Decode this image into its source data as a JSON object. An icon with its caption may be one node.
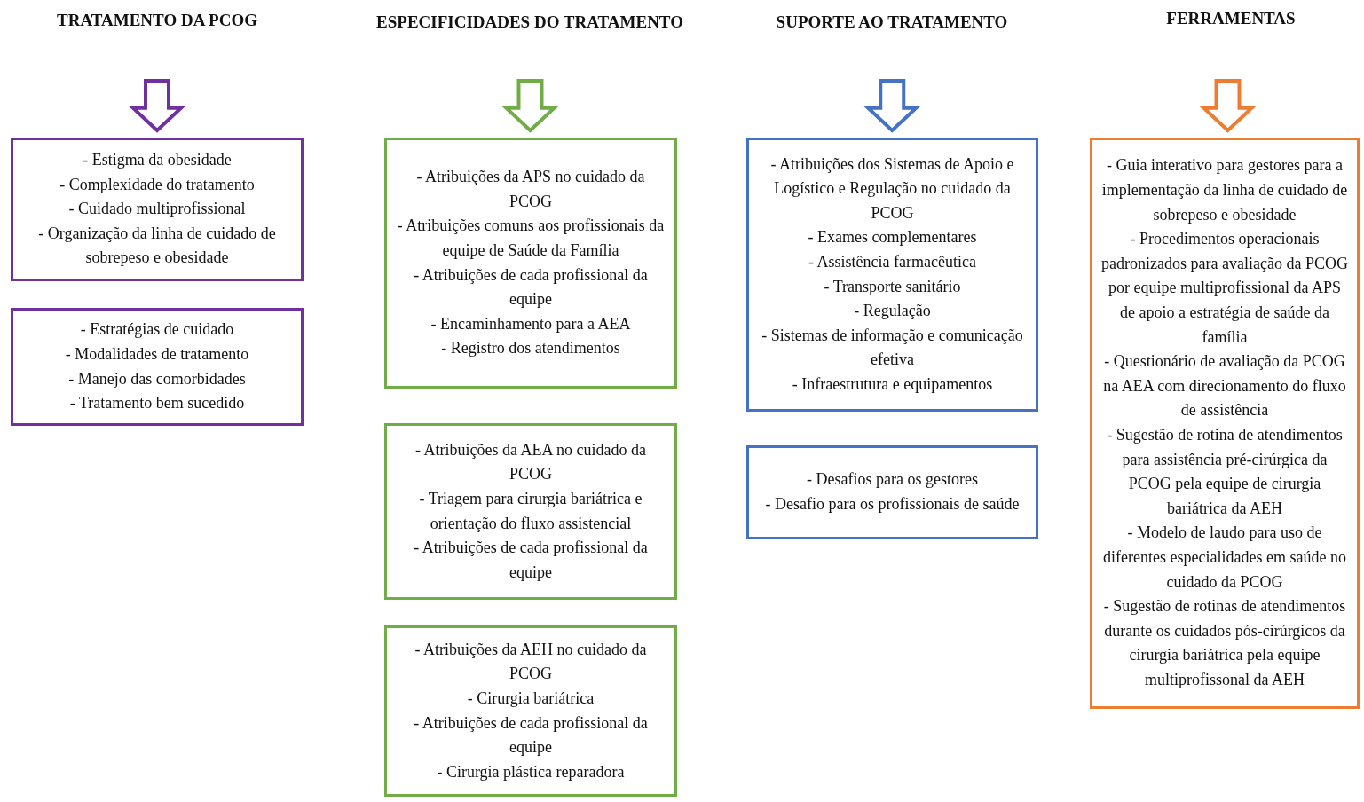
{
  "diagram": {
    "nodes": [
      {
        "text": [
          "TRATAMENTO DA PCOG"
        ]
      },
      {
        "text": [
          "- Estigma da obesidade",
          "- Complexidade do tratamento",
          "- Cuidado multiprofissional",
          "- Organização da linha de cuidado de sobrepeso e obesidade"
        ]
      },
      {
        "text": [
          "- Estratégias de cuidado",
          "- Modalidades de tratamento",
          "- Manejo das comorbidades",
          "- Tratamento bem sucedido"
        ]
      },
      {
        "text": [
          "ESPECIFICIDADES DO TRATAMENTO"
        ]
      },
      {
        "text": [
          "- Atribuições da APS no cuidado da PCOG",
          "- Atribuições comuns aos profissionais da equipe de Saúde da Família",
          "- Atribuições de cada profissional da equipe",
          "- Encaminhamento para a AEA",
          "- Registro dos atendimentos"
        ]
      },
      {
        "text": [
          "- Atribuições da AEA no cuidado da PCOG",
          "- Triagem para cirurgia bariátrica e orientação do fluxo assistencial",
          "- Atribuições de cada profissional da equipe"
        ]
      },
      {
        "text": [
          "- Atribuições da AEH no cuidado da PCOG",
          "- Cirurgia bariátrica",
          "- Atribuições de cada profissional da equipe",
          "- Cirurgia plástica reparadora"
        ]
      },
      {
        "text": [
          "SUPORTE AO TRATAMENTO"
        ]
      },
      {
        "text": [
          "- Atribuições dos Sistemas de Apoio e Logístico e Regulação no cuidado da PCOG",
          "- Exames complementares",
          "- Assistência farmacêutica",
          "- Transporte sanitário",
          "- Regulação",
          "- Sistemas de informação e comunicação efetiva",
          "- Infraestrutura e equipamentos"
        ]
      },
      {
        "text": [
          "- Desafios para os gestores",
          "- Desafio para os profissionais de saúde"
        ]
      },
      {
        "text": [
          "FERRAMENTAS"
        ]
      },
      {
        "text": [
          "- Guia interativo para gestores para a implementação da linha de cuidado de sobrepeso e obesidade",
          "- Procedimentos operacionais padronizados para avaliação da PCOG por equipe multiprofissional da APS de apoio a estratégia de saúde da família",
          "- Questionário de avaliação da PCOG na AEA com direcionamento do fluxo de assistência",
          "- Sugestão de rotina de atendimentos para assistência pré-cirúrgica da PCOG pela equipe de cirurgia bariátrica da AEH",
          "- Modelo de laudo para uso de diferentes especialidades em saúde no cuidado da PCOG",
          "- Sugestão de rotinas de atendimentos durante os cuidados pós-cirúrgicos da cirurgia bariátrica pela equipe multiprofissonal da AEH"
        ]
      }
    ],
    "edges": [
      {
        "from": 0,
        "to": 1,
        "arrow": "to",
        "color": "#7030a0"
      },
      {
        "from": 3,
        "to": 4,
        "arrow": "to",
        "color": "#70ad47"
      },
      {
        "from": 7,
        "to": 8,
        "arrow": "to",
        "color": "#4472c4"
      },
      {
        "from": 10,
        "to": 11,
        "arrow": "to",
        "color": "#ed7d31"
      }
    ]
  }
}
